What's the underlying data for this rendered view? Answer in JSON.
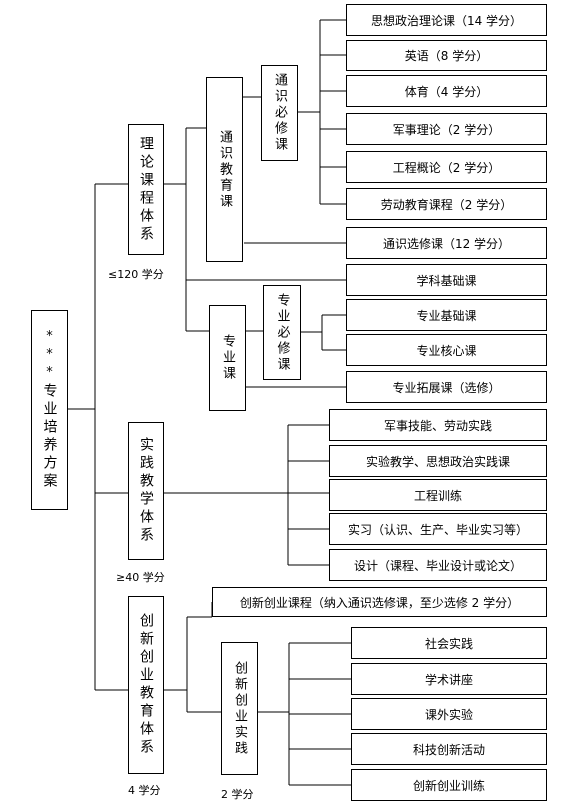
{
  "root": {
    "prefix": "***",
    "title": "专业培养方案"
  },
  "theory": {
    "title": "理论课程体系",
    "credits": "≤120 学分",
    "general": {
      "title": "通识教育课",
      "required": {
        "title": "通识必修课",
        "courses": [
          "思想政治理论课（14 学分）",
          "英语（8 学分）",
          "体育（4 学分）",
          "军事理论（2 学分）",
          "工程概论（2 学分）",
          "劳动教育课程（2 学分）"
        ]
      },
      "elective": "通识选修课（12 学分）"
    },
    "discipline_basic": "学科基础课",
    "major": {
      "title": "专业课",
      "required": {
        "title": "专业必修课",
        "courses": [
          "专业基础课",
          "专业核心课"
        ]
      },
      "extension": "专业拓展课（选修）"
    }
  },
  "practice": {
    "title": "实践教学体系",
    "credits": "≥40 学分",
    "items": [
      "军事技能、劳动实践",
      "实验教学、思想政治实践课",
      "工程训练",
      "实习（认识、生产、毕业实习等）",
      "设计（课程、毕业设计或论文）"
    ]
  },
  "innovation": {
    "title": "创新创业教育体系",
    "credits": "4 学分",
    "course": "创新创业课程（纳入通识选修课，至少选修 2 学分）",
    "practice": {
      "title": "创新创业实践",
      "credits": "2 学分",
      "items": [
        "社会实践",
        "学术讲座",
        "课外实验",
        "科技创新活动",
        "创新创业训练"
      ]
    }
  }
}
